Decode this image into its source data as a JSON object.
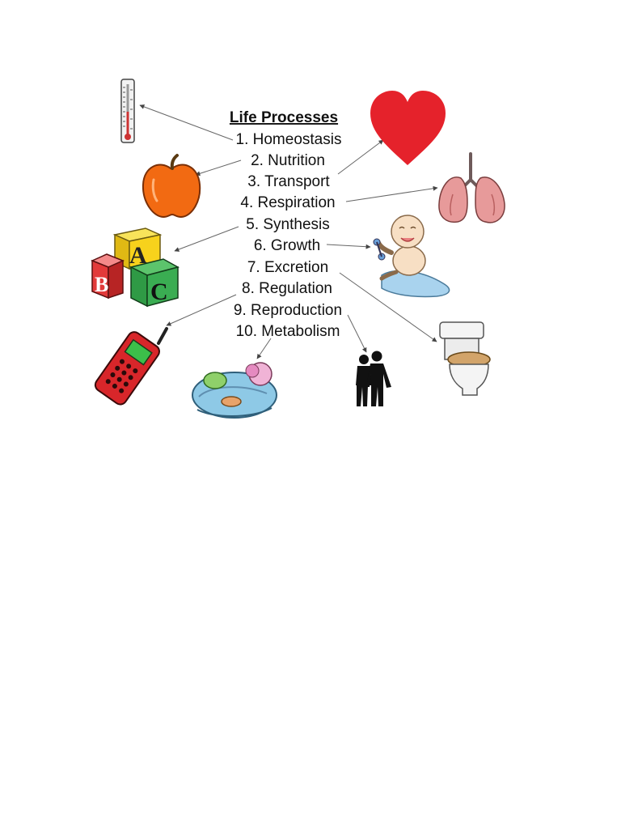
{
  "diagram": {
    "title": "Life Processes",
    "items": [
      "1. Homeostasis",
      "2. Nutrition",
      "3. Transport",
      "4. Respiration",
      "5. Synthesis",
      "6. Growth",
      "7. Excretion",
      "8. Regulation",
      "9. Reproduction",
      "10. Metabolism"
    ],
    "block_letters": [
      "A",
      "B",
      "C"
    ],
    "pictures": [
      {
        "name": "thermometer-icon",
        "process": "1. Homeostasis"
      },
      {
        "name": "apple-icon",
        "process": "2. Nutrition"
      },
      {
        "name": "heart-icon",
        "process": "3. Transport"
      },
      {
        "name": "lungs-icon",
        "process": "4. Respiration"
      },
      {
        "name": "abc-blocks-icon",
        "process": "5. Synthesis"
      },
      {
        "name": "baby-icon",
        "process": "6. Growth"
      },
      {
        "name": "toilet-icon",
        "process": "7. Excretion"
      },
      {
        "name": "cell-phone-icon",
        "process": "8. Regulation"
      },
      {
        "name": "couple-silhouette-icon",
        "process": "9. Reproduction"
      },
      {
        "name": "cell-organelle-icon",
        "process": "10. Metabolism"
      }
    ],
    "colors": {
      "heart": "#e5222b",
      "apple": "#f26a12",
      "lungs": "#e79a9a",
      "block_a": "#f7d21c",
      "block_b": "#e23a3a",
      "block_c": "#2f9a45",
      "phone": "#d8262a",
      "baby_blanket": "#a9d3ee"
    }
  }
}
